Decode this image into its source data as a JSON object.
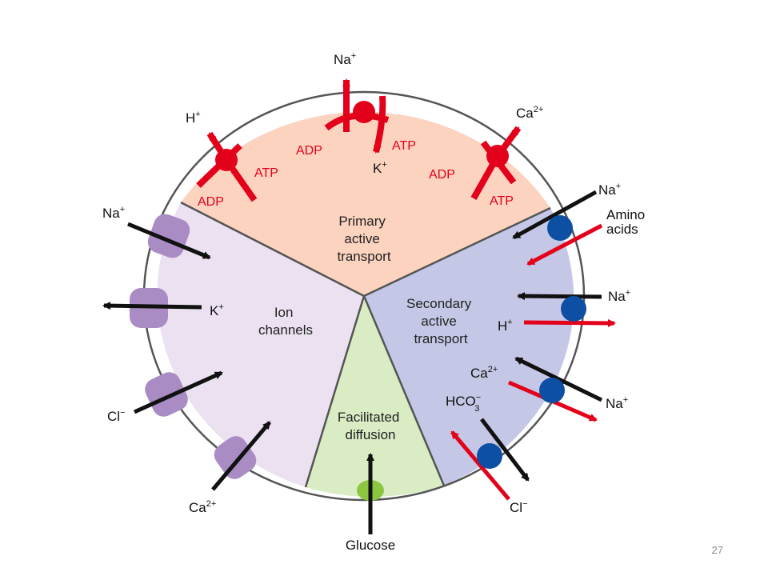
{
  "sections": {
    "primary": [
      "Primary",
      "active",
      "transport"
    ],
    "ion": [
      "Ion",
      "channels"
    ],
    "secondary": [
      "Secondary",
      "active",
      "transport"
    ],
    "facilitated": [
      "Facilitated",
      "diffusion"
    ]
  },
  "labels": {
    "na_top": "Na",
    "na_top_sup": "+",
    "k_top": "K",
    "k_top_sup": "+",
    "h_top": "H",
    "h_top_sup": "+",
    "ca_top": "Ca",
    "ca_top_sup": "2+",
    "adp_left": "ADP",
    "atp_left": "ATP",
    "adp_mid": "ADP",
    "atp_mid": "ATP",
    "adp_right": "ADP",
    "atp_right": "ATP",
    "na_ion": "Na",
    "na_ion_sup": "+",
    "k_ion": "K",
    "k_ion_sup": "+",
    "cl_ion": "Cl",
    "cl_ion_sup": "−",
    "ca_ion": "Ca",
    "ca_ion_sup": "2+",
    "na_sec1": "Na",
    "na_sec1_sup": "+",
    "amino1": "Amino",
    "amino2": "acids",
    "na_sec2": "Na",
    "na_sec2_sup": "+",
    "h_sec": "H",
    "h_sec_sup": "+",
    "ca_sec": "Ca",
    "ca_sec_sup": "2+",
    "na_sec3": "Na",
    "na_sec3_sup": "+",
    "hco": "HCO",
    "hco_sup": "−",
    "hco_sub": "3",
    "cl_sec": "Cl",
    "cl_sec_sup": "−",
    "glucose": "Glucose"
  },
  "slide_number": "27",
  "colors": {
    "primary_fill": "#fbd3bf",
    "ion_fill": "#ebe1f0",
    "secondary_fill": "#c4c8e6",
    "facilitated_fill": "#d9ecc4",
    "pump_red": "#e3001b",
    "carrier_blue": "#0d4fa3",
    "channel_purple": "#a98cc4",
    "glucose_green": "#8cc63f",
    "outline": "#555555"
  }
}
